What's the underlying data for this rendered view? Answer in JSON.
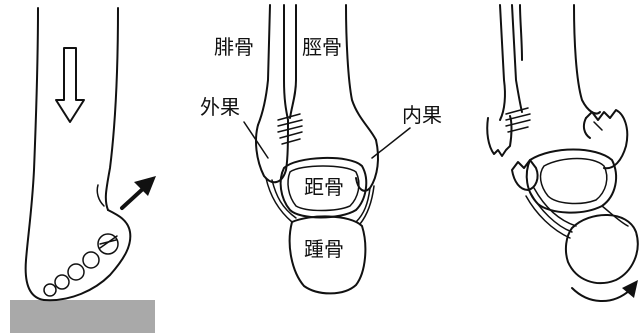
{
  "labels": {
    "fibula": "腓骨",
    "tibia": "脛骨",
    "lateral_malleolus": "外果",
    "medial_malleolus": "内果",
    "talus": "距骨",
    "calcaneus": "踵骨"
  },
  "colors": {
    "ink": "#111111",
    "ground": "#a9a9a9",
    "background": "#ffffff"
  },
  "icons": {
    "force_arrow": "hollow-down-arrow",
    "motion_arrow": "solid-diagonal-arrow",
    "rotation_arrow": "curved-arrow"
  }
}
